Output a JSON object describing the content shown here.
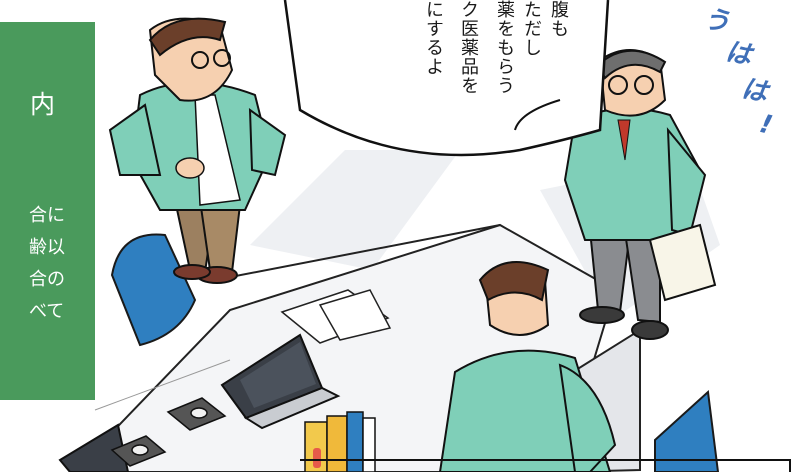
{
  "panel": {
    "heading": "内",
    "lines": [
      "合に",
      "齢以",
      "合の",
      "べて"
    ]
  },
  "bubble": {
    "lines": [
      "腹も",
      "ただし",
      "薬をもらう",
      "ク医薬品を",
      "にするよ",
      ""
    ]
  },
  "laugh": [
    "う",
    "は",
    "は",
    "!"
  ],
  "colors": {
    "panel_green": "#4a9a5c",
    "jacket_green": "#7fcfb8",
    "laugh_blue": "#3f6fb8",
    "chair_blue": "#2f7fc0"
  }
}
